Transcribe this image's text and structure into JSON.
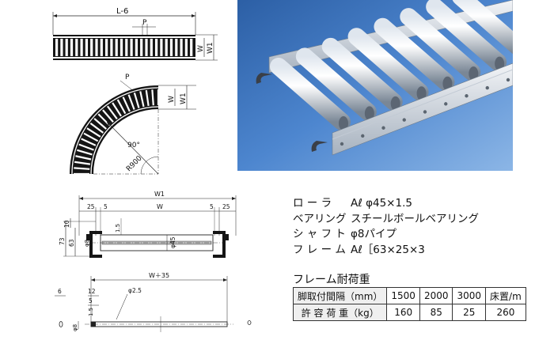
{
  "drawing_top": {
    "length_label": "L-6",
    "pitch_label": "P",
    "w_label": "W",
    "w1_label": "W1"
  },
  "drawing_curve": {
    "pitch_label": "P",
    "w_label": "W",
    "w1_label": "W1",
    "angle_label": "90°",
    "radius_label": "R900"
  },
  "drawing_section": {
    "w1_label": "W1",
    "w_label": "W",
    "d25_left": "25",
    "d5_left": "5",
    "d5_right": "5",
    "d25_right": "25",
    "d10": "10",
    "d73": "73",
    "d63": "63",
    "d15": "1.5",
    "phi8": "φ8",
    "phi45": "φ45"
  },
  "drawing_shaft": {
    "w35_label": "W＋35",
    "d6": "6",
    "d12": "12",
    "d5": "5",
    "d15": "1.5",
    "phi25": "φ2.5",
    "phi8": "φ8"
  },
  "specs": [
    {
      "label": "ロ ー ラ",
      "value": "Aℓ φ45×1.5"
    },
    {
      "label": "ベアリング",
      "value": "スチールボールベアリング"
    },
    {
      "label": "シ ャ フ ト",
      "value": "φ8パイプ"
    },
    {
      "label": "フ レ ー ム",
      "value": "Aℓ［63×25×3"
    }
  ],
  "load_table": {
    "title": "フレーム耐荷重",
    "row1": {
      "header": "脚取付間隔（mm）",
      "cells": [
        "1500",
        "2000",
        "3000",
        "床置/m"
      ]
    },
    "row2": {
      "header": "許 容 荷 重（kg）",
      "cells": [
        "160",
        "85",
        "25",
        "260"
      ]
    }
  }
}
